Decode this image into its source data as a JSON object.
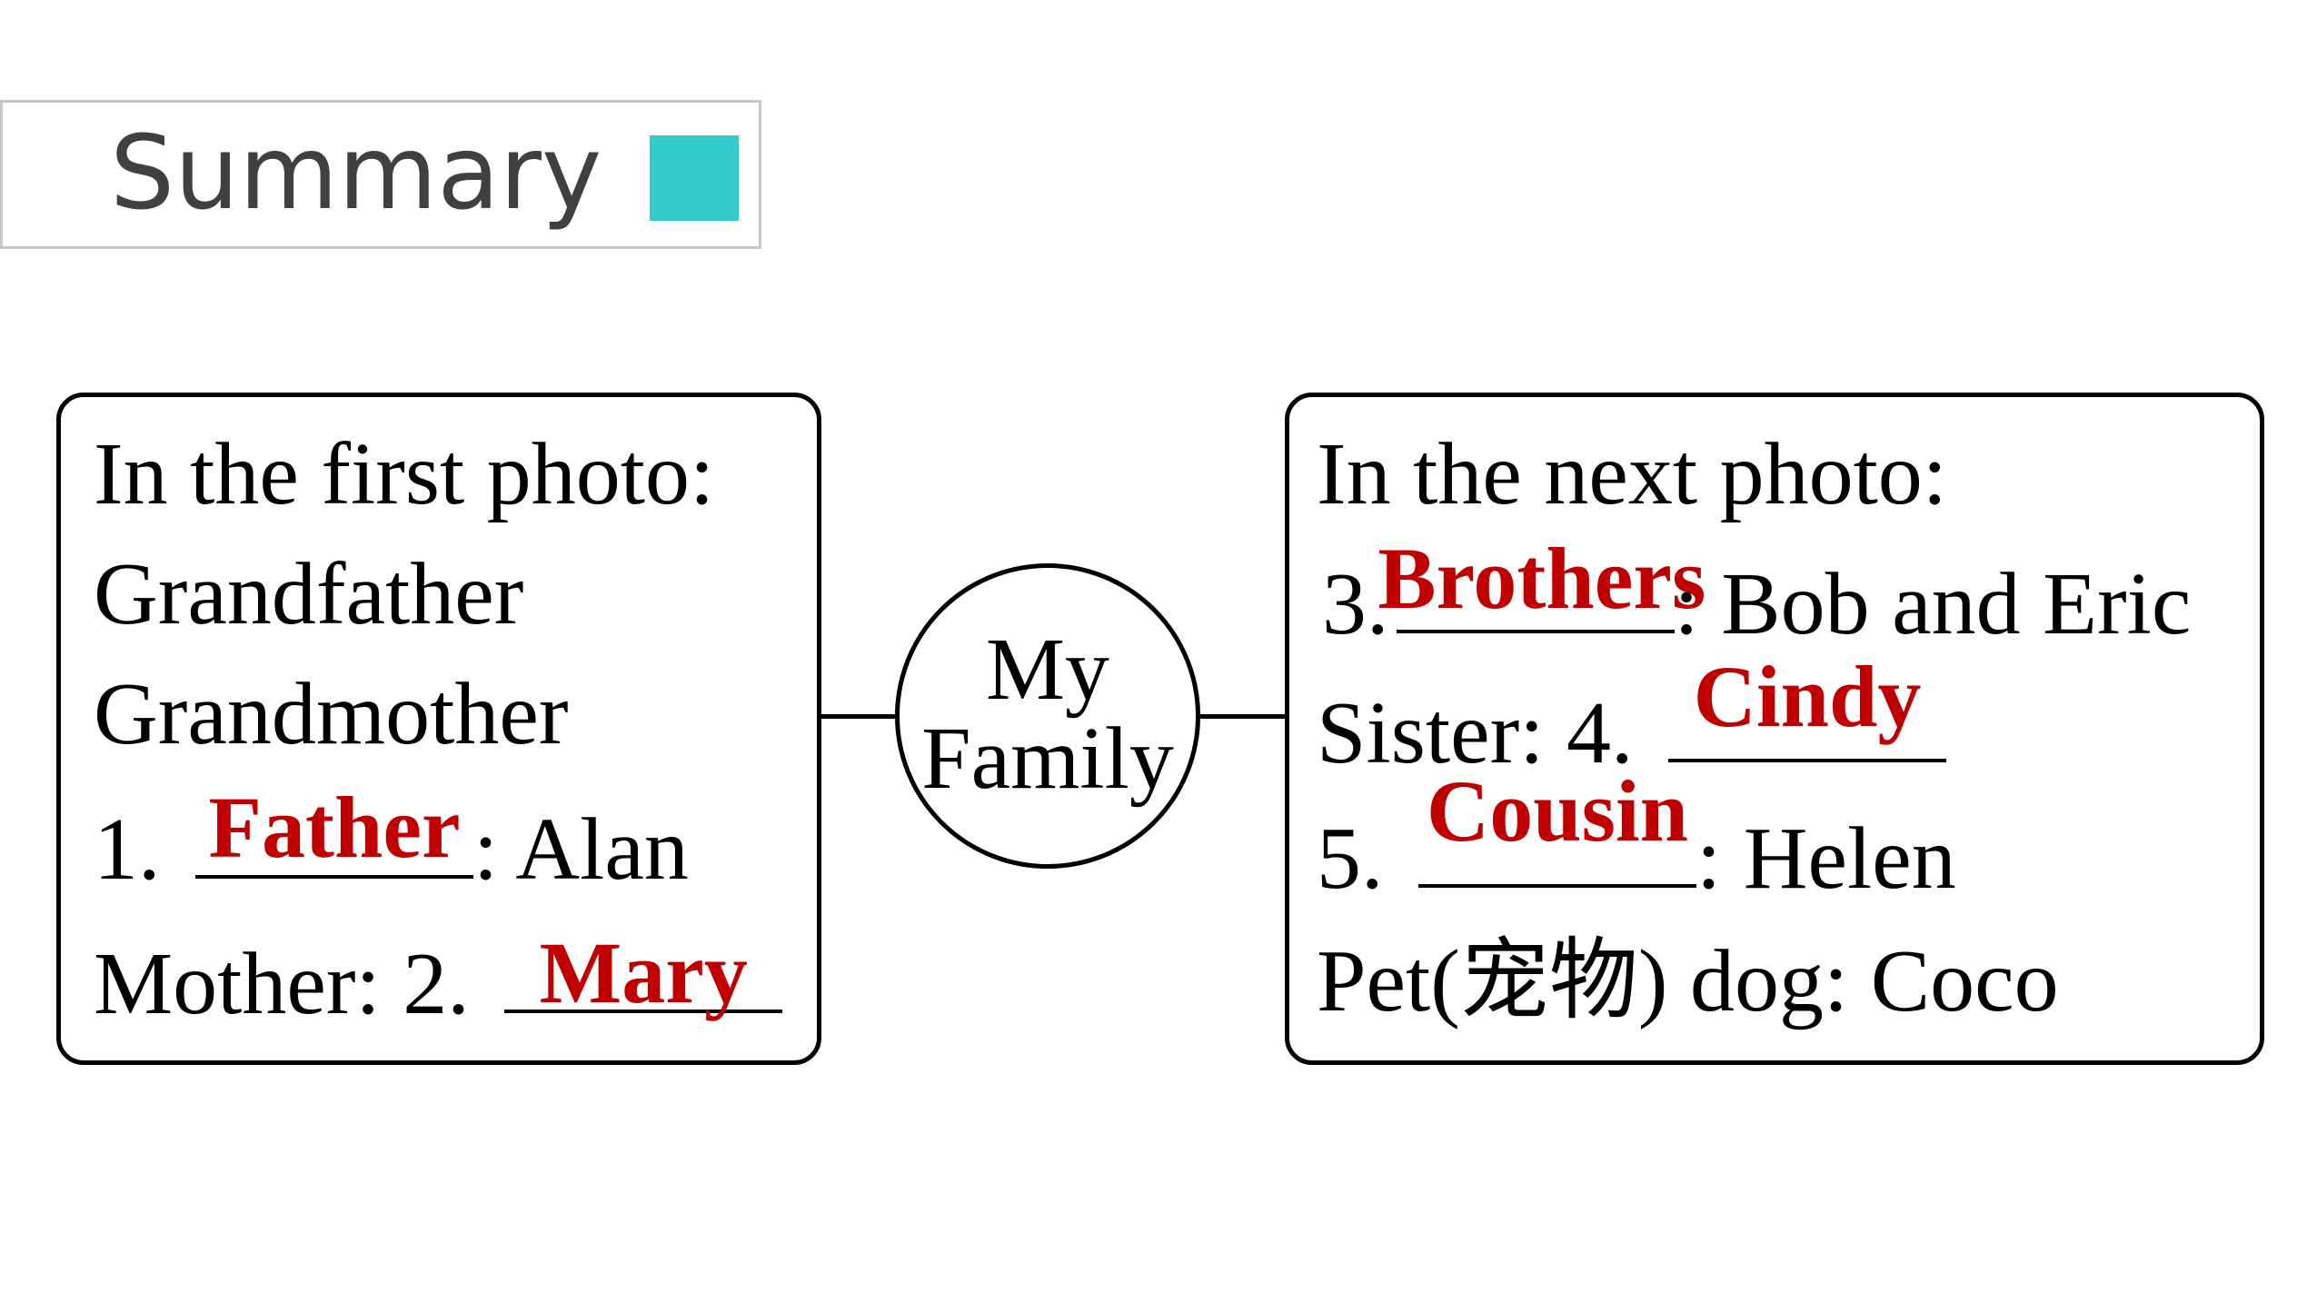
{
  "title": {
    "text": "Summary",
    "square_color": "#33cccc"
  },
  "center": {
    "line1": "My",
    "line2": "Family"
  },
  "left_panel": {
    "heading": "In the first photo:",
    "line2": "Grandfather",
    "line3": "Grandmother",
    "item1_number": "1.",
    "item1_answer": "Father",
    "item1_suffix": ": Alan",
    "item2_prefix": "Mother: 2.",
    "item2_answer": "Mary"
  },
  "right_panel": {
    "heading": "In the next photo:",
    "item3_number": "3.",
    "item3_answer": "Brothers",
    "item3_suffix": ": Bob and Eric",
    "item4_prefix": "Sister: 4.",
    "item4_answer": "Cindy",
    "item5_number": "5.",
    "item5_answer": "Cousin",
    "item5_suffix": ": Helen",
    "pet_line": "Pet(宠物) dog: Coco"
  },
  "colors": {
    "answer": "#c00000",
    "title_text": "#404040",
    "border": "#000000"
  }
}
